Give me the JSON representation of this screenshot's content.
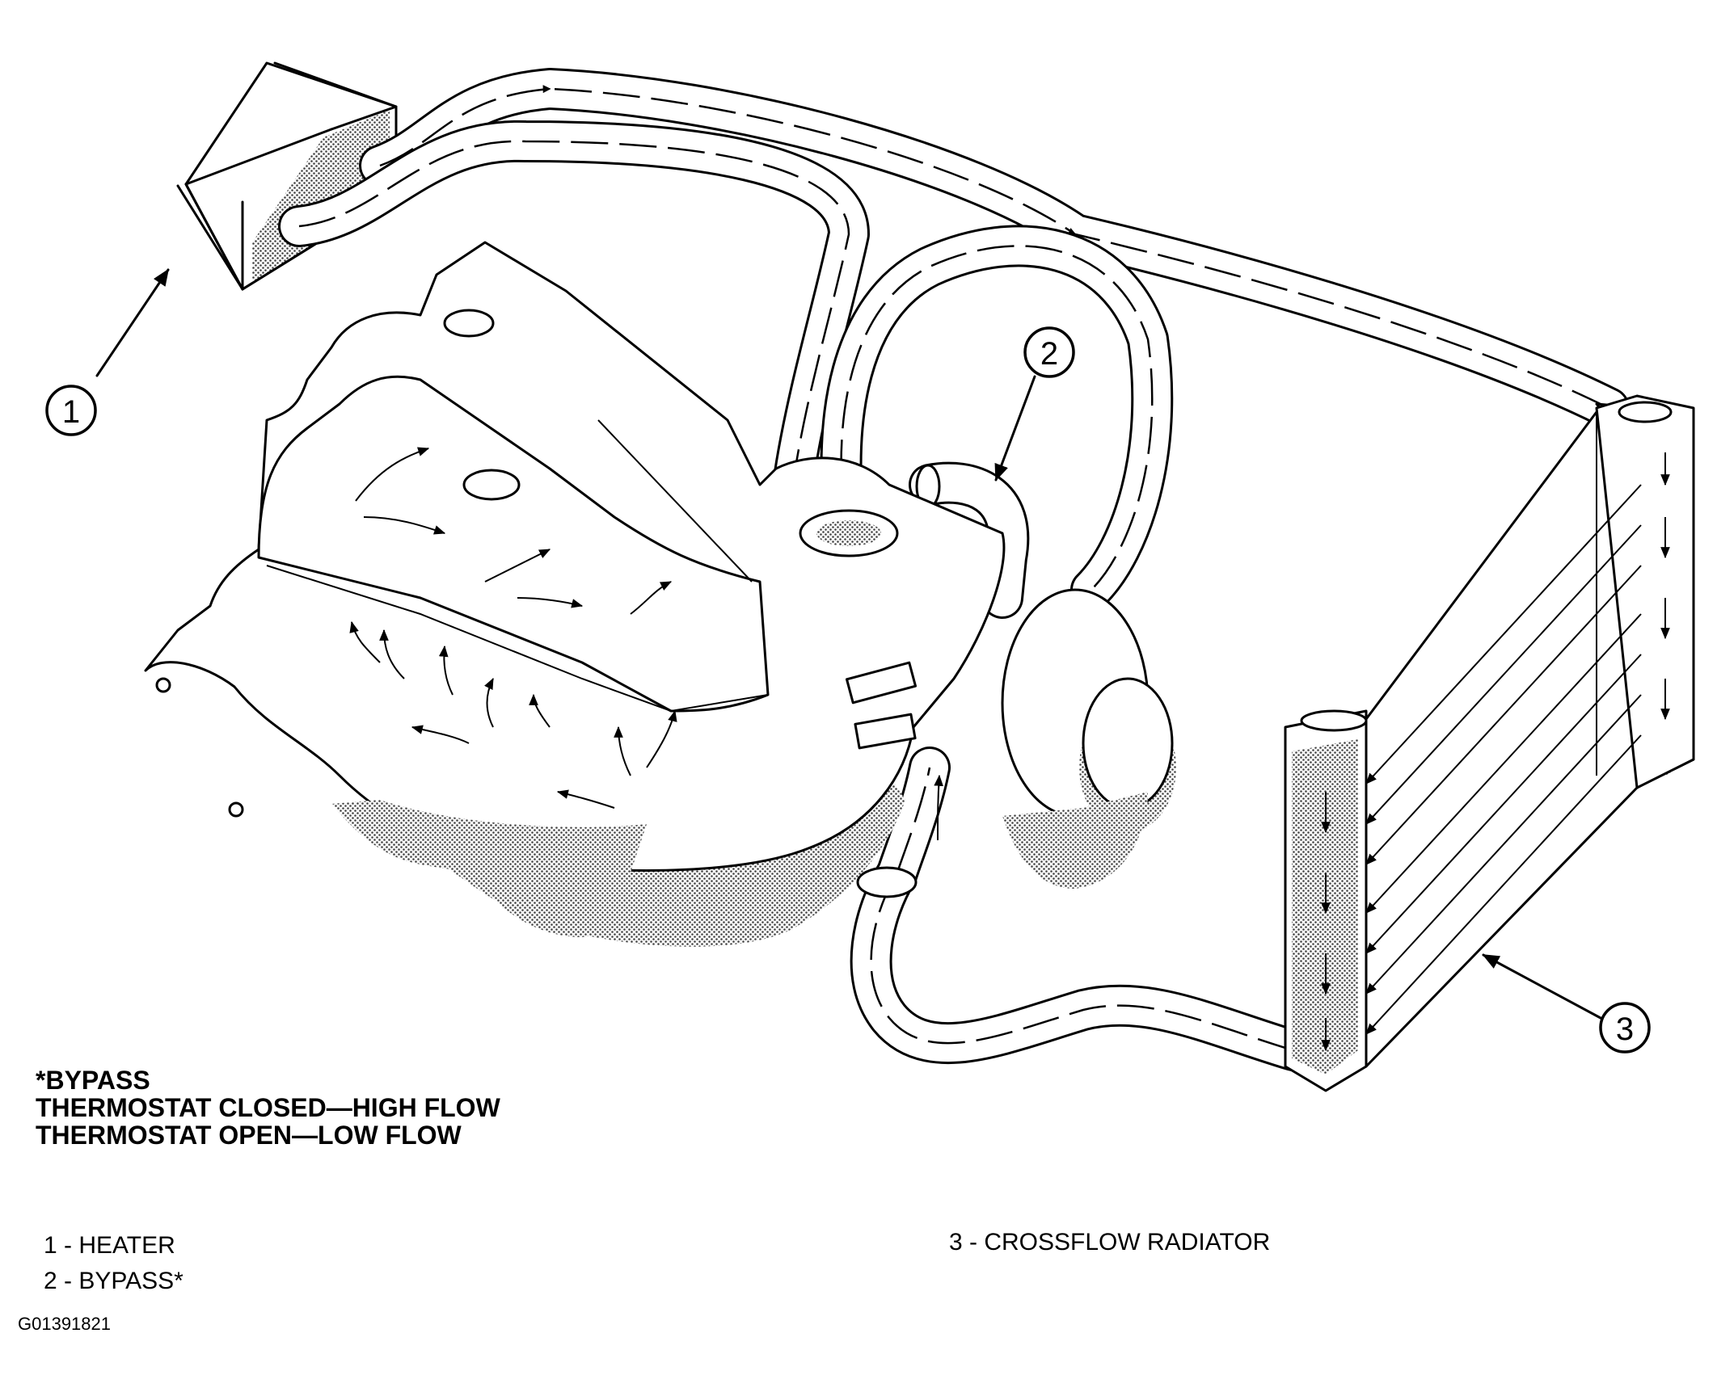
{
  "callouts": [
    {
      "number": "1"
    },
    {
      "number": "2"
    },
    {
      "number": "3"
    }
  ],
  "note": {
    "line1": "*BYPASS",
    "line2": "THERMOSTAT CLOSED—HIGH FLOW",
    "line3": "THERMOSTAT OPEN—LOW FLOW"
  },
  "legend": {
    "item1": "1 - HEATER",
    "item2": "2 - BYPASS*",
    "item3": "3 - CROSSFLOW RADIATOR"
  },
  "figure_id": "G01391821"
}
